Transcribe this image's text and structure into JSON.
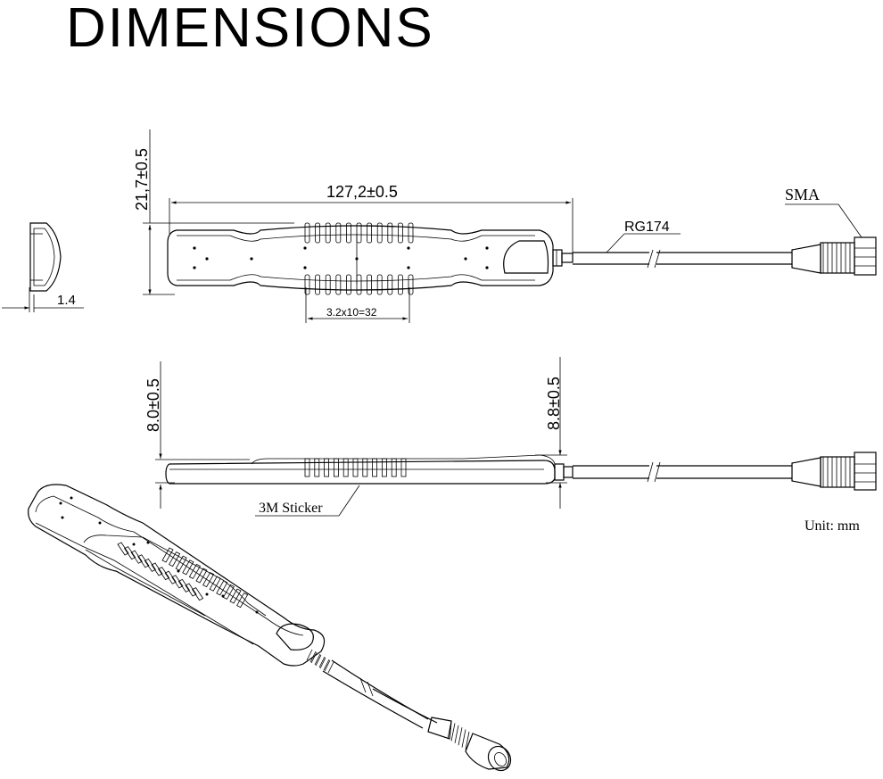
{
  "title": "DIMENSIONS",
  "dimensions": {
    "height_top": "21,7±0.5",
    "length": "127,2±0.5",
    "cable": "RG174",
    "connector": "SMA",
    "thickness_edge": "1.4",
    "rib_pitch": "3.2x10=32",
    "height_side_left": "8.0±0.5",
    "height_side_right": "8.8±0.5",
    "sticker": "3M Sticker",
    "unit": "Unit: mm"
  },
  "colors": {
    "line": "#000000",
    "background": "#ffffff"
  }
}
